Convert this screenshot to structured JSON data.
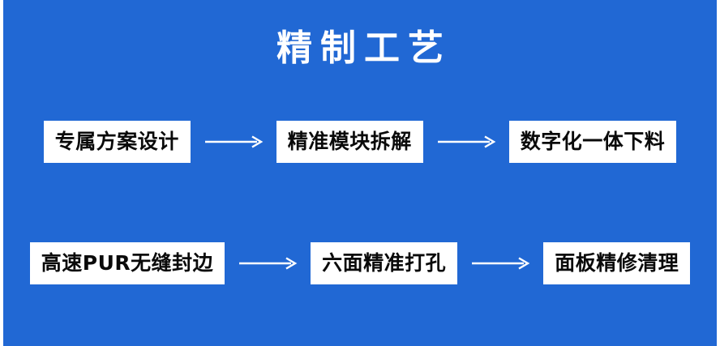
{
  "poster": {
    "background_color": "#2168d4",
    "box_color": "#ffffff",
    "text_color": "#0a0a0a",
    "title_color": "#ffffff",
    "arrow_color": "#ffffff"
  },
  "header": {
    "title": "精制工艺"
  },
  "flow": {
    "rows": [
      {
        "steps": [
          {
            "label": "专属方案设计"
          },
          {
            "label": "精准模块拆解"
          },
          {
            "label": "数字化一体下料"
          }
        ],
        "arrows": [
          {
            "icon": "arrow-right-icon"
          },
          {
            "icon": "arrow-right-icon"
          }
        ]
      },
      {
        "steps": [
          {
            "label": "高速PUR无缝封边"
          },
          {
            "label": "六面精准打孔"
          },
          {
            "label": "面板精修清理"
          }
        ],
        "arrows": [
          {
            "icon": "arrow-right-icon"
          },
          {
            "icon": "arrow-right-icon"
          }
        ]
      }
    ]
  }
}
